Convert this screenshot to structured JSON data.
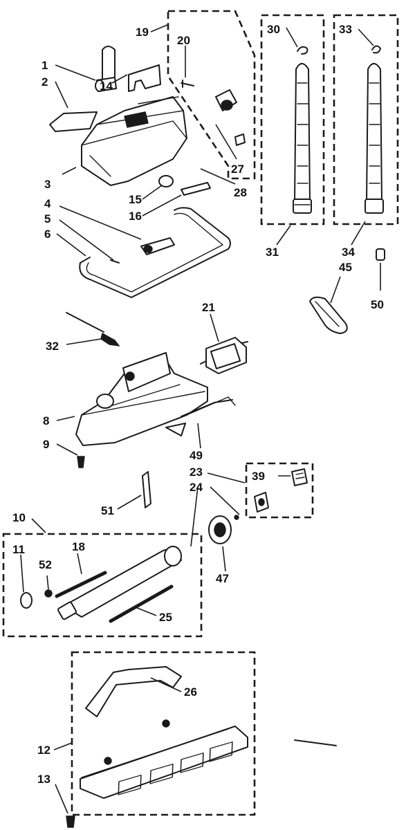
{
  "diagram": {
    "part_labels": [
      {
        "id": "p1",
        "text": "1"
      },
      {
        "id": "p2",
        "text": "2"
      },
      {
        "id": "p3",
        "text": "3"
      },
      {
        "id": "p4",
        "text": "4"
      },
      {
        "id": "p5",
        "text": "5"
      },
      {
        "id": "p6",
        "text": "6"
      },
      {
        "id": "p8",
        "text": "8"
      },
      {
        "id": "p9",
        "text": "9"
      },
      {
        "id": "p10",
        "text": "10"
      },
      {
        "id": "p11",
        "text": "11"
      },
      {
        "id": "p12",
        "text": "12"
      },
      {
        "id": "p13",
        "text": "13"
      },
      {
        "id": "p14",
        "text": "14"
      },
      {
        "id": "p15",
        "text": "15"
      },
      {
        "id": "p16",
        "text": "16"
      },
      {
        "id": "p18",
        "text": "18"
      },
      {
        "id": "p19",
        "text": "19"
      },
      {
        "id": "p20",
        "text": "20"
      },
      {
        "id": "p21",
        "text": "21"
      },
      {
        "id": "p23",
        "text": "23"
      },
      {
        "id": "p24",
        "text": "24"
      },
      {
        "id": "p25",
        "text": "25"
      },
      {
        "id": "p26",
        "text": "26"
      },
      {
        "id": "p27",
        "text": "27"
      },
      {
        "id": "p28",
        "text": "28"
      },
      {
        "id": "p30",
        "text": "30"
      },
      {
        "id": "p31",
        "text": "31"
      },
      {
        "id": "p32",
        "text": "32"
      },
      {
        "id": "p33",
        "text": "33"
      },
      {
        "id": "p34",
        "text": "34"
      },
      {
        "id": "p39",
        "text": "39"
      },
      {
        "id": "p45",
        "text": "45"
      },
      {
        "id": "p47",
        "text": "47"
      },
      {
        "id": "p49",
        "text": "49"
      },
      {
        "id": "p50",
        "text": "50"
      },
      {
        "id": "p51",
        "text": "51"
      },
      {
        "id": "p52",
        "text": "52"
      }
    ]
  }
}
